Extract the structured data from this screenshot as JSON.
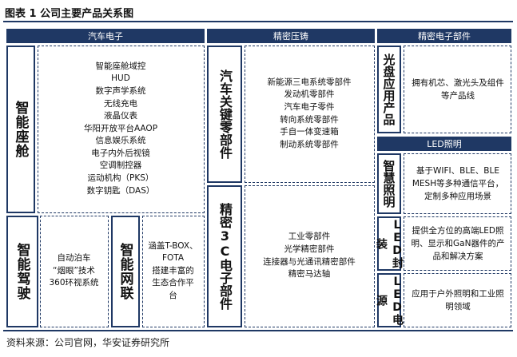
{
  "figure_title": "图表 1  公司主要产品关系图",
  "source": "资料来源：公司官网，华安证券研究所",
  "colors": {
    "navy": "#1f3864",
    "background": "#ffffff"
  },
  "auto": {
    "header": "汽车电子",
    "cockpit": {
      "label": "智能座舱",
      "items": [
        "智能座舱域控",
        "HUD",
        "数字声学系统",
        "无线充电",
        "液晶仪表",
        "华阳开放平台AAOP",
        "信息娱乐系统",
        "电子内外后视镜",
        "空调制控器",
        "运动机构（PKS）",
        "数字钥匙（DAS）"
      ]
    },
    "driving": {
      "label": "智能驾驶",
      "items": [
        "自动泊车",
        "“烟眼”技术",
        "360环视系统"
      ]
    },
    "network": {
      "label": "智能网联",
      "items": [
        "涵盖T-BOX、",
        "FOTA",
        "搭建丰富的",
        "生态合作平",
        "台"
      ]
    }
  },
  "casting": {
    "header": "精密压铸",
    "auto_parts": {
      "label": "汽车关键零部件",
      "items": [
        "新能源三电系统零部件",
        "发动机零部件",
        "汽车电子零件",
        "转向系统零部件",
        "手自一体变速箱",
        "制动系统零部件"
      ]
    },
    "precision_3c": {
      "label": "精密3C电子部件",
      "items": [
        "工业零部件",
        "光学精密部件",
        "连接器与光通讯精密部件",
        "精密马达轴"
      ]
    }
  },
  "components": {
    "header": "精密电子部件",
    "optical": {
      "label": "光盘应用产品",
      "text": "拥有机芯、激光头及组件等产品线"
    },
    "led_header": "LED照明",
    "smart_light": {
      "label": "智慧照明",
      "text": "基于WIFI、BLE、BLE MESH等多种通信平台，定制多种应用场景"
    },
    "led_package": {
      "label": "LED封装",
      "text": "提供全方位的高端LED照明、显示和GaN器件的产品和解决方案"
    },
    "led_power": {
      "label": "LED电源",
      "text": "应用于户外照明和工业照明领域"
    }
  }
}
